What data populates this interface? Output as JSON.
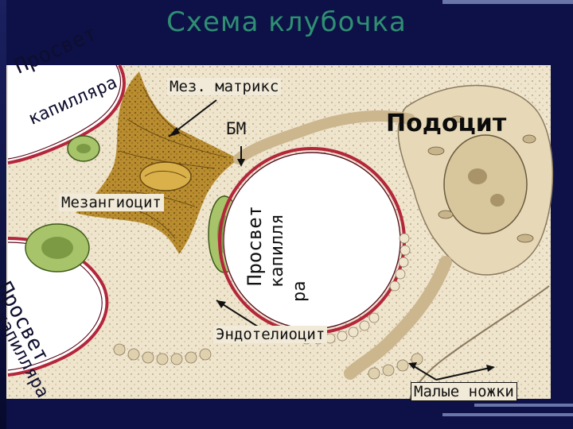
{
  "title": "Схема клубочка",
  "labels": {
    "lumen_top_left_line1": "Просвет",
    "lumen_top_left_line2": "капилляра",
    "mes_matrix": "Мез. матрикс",
    "bm": "БМ",
    "podocyte": "Подоцит",
    "mesangiocyte": "Мезангиоцит",
    "lumen_center_line1": "Просвет",
    "lumen_center_line2": "капилля",
    "lumen_center_line3": "ра",
    "lumen_bottom_left_line1": "Просвет",
    "lumen_bottom_left_line2": "капилляра",
    "endotheliocyte": "Эндотелиоцит",
    "small_feet": "Малые ножки"
  },
  "colors": {
    "background": "#0d1147",
    "title": "#2f8f73",
    "tissue": "#efe4cc",
    "mesangium": "#b98d2f",
    "basement_membrane": "#b3263b",
    "cell_green": "#a8c46a",
    "podocyte": "#e7d8b8"
  }
}
